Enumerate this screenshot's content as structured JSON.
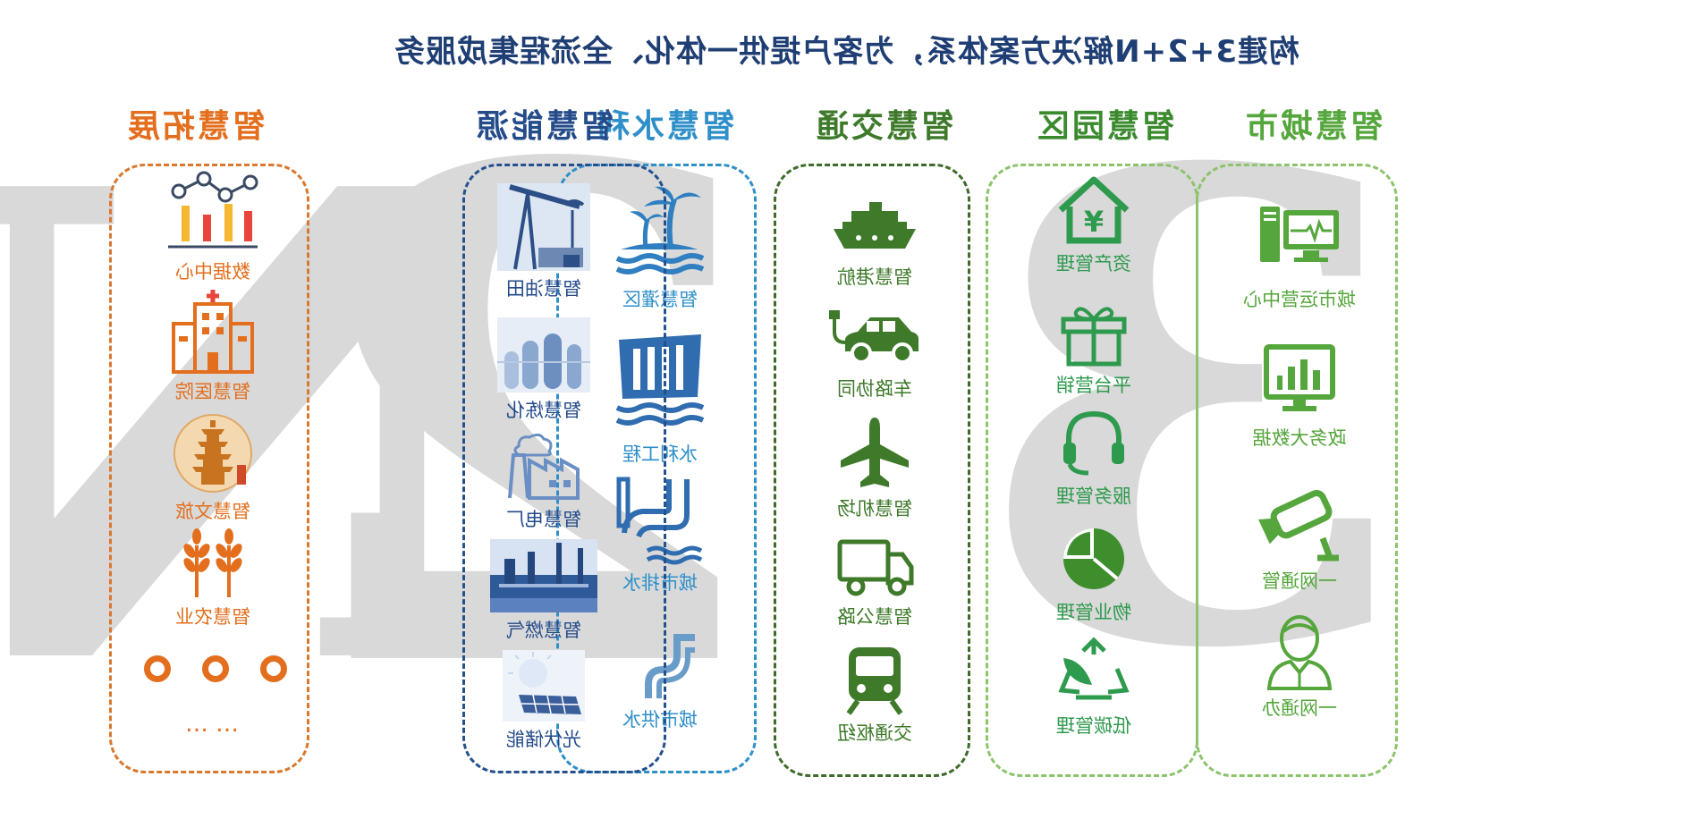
{
  "title": "构建3+2+N解决方案体系，为客户提供一体化、全流程集成服务",
  "watermark": {
    "d3": "3",
    "d2": "2",
    "dn": "N"
  },
  "colors": {
    "green": "#55a63c",
    "dark_green": "#3e7a2a",
    "light_blue": "#2f8fc9",
    "dark_blue": "#244b8a",
    "orange": "#e36f1e",
    "watermark": "#d9d9d9",
    "title": "#1f3e73"
  },
  "columns": [
    {
      "heading": "智慧城市",
      "items": [
        {
          "label": "城市运营中心",
          "icon": "monitor-computer-icon"
        },
        {
          "label": "政务大数据",
          "icon": "chart-monitor-icon"
        },
        {
          "label": "一网通管",
          "icon": "cctv-camera-icon"
        },
        {
          "label": "一网通办",
          "icon": "person-icon"
        }
      ]
    },
    {
      "heading": "智慧园区",
      "items": [
        {
          "label": "资产管理",
          "icon": "house-yen-icon"
        },
        {
          "label": "平台营销",
          "icon": "gift-icon"
        },
        {
          "label": "服务管理",
          "icon": "headset-icon"
        },
        {
          "label": "物业管理",
          "icon": "pie-chart-icon"
        },
        {
          "label": "低碳管理",
          "icon": "recycle-leaf-icon"
        }
      ]
    },
    {
      "heading": "智慧交通",
      "items": [
        {
          "label": "智慧港航",
          "icon": "ship-icon"
        },
        {
          "label": "车路协同",
          "icon": "electric-car-icon"
        },
        {
          "label": "智慧机场",
          "icon": "airplane-icon"
        },
        {
          "label": "智慧公路",
          "icon": "truck-icon"
        },
        {
          "label": "交通枢纽",
          "icon": "train-icon"
        }
      ]
    },
    {
      "heading": "智慧水利",
      "items": [
        {
          "label": "智慧灌区",
          "icon": "island-waves-icon"
        },
        {
          "label": "水利工程",
          "icon": "dam-icon"
        },
        {
          "label": "城市排水",
          "icon": "drain-pipe-icon"
        },
        {
          "label": "城市供水",
          "icon": "water-pipe-icon"
        }
      ]
    },
    {
      "heading": "智慧能源",
      "items": [
        {
          "label": "智慧油田",
          "icon": "oil-pump-icon"
        },
        {
          "label": "智慧炼化",
          "icon": "refinery-icon"
        },
        {
          "label": "智慧电厂",
          "icon": "power-plant-icon"
        },
        {
          "label": "智慧燃气",
          "icon": "gas-plant-icon"
        },
        {
          "label": "光伏储能",
          "icon": "solar-panel-icon"
        }
      ]
    },
    {
      "heading": "智慧拓展",
      "items": [
        {
          "label": "数据中心",
          "icon": "data-chart-icon"
        },
        {
          "label": "智慧医院",
          "icon": "hospital-icon"
        },
        {
          "label": "智慧文旅",
          "icon": "pagoda-icon"
        },
        {
          "label": "智慧农业",
          "icon": "wheat-icon"
        }
      ],
      "more_dots": "……"
    }
  ]
}
